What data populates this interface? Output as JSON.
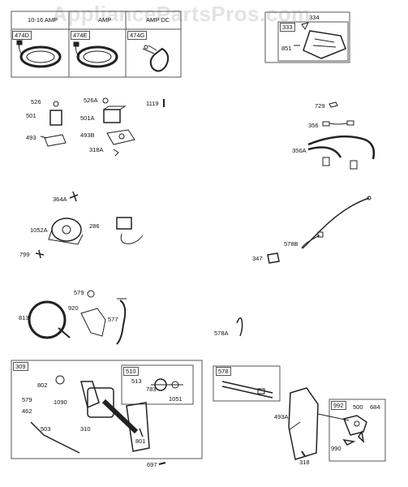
{
  "watermark": "AppliancePartsPros.com",
  "alternator_panel": {
    "amp_labels": [
      "10-16 AMP",
      "AMP",
      "AMP DC"
    ],
    "tags": [
      "474D",
      "474E",
      "474G"
    ]
  },
  "box_333": {
    "outer_tag": "334",
    "inner_tag": "333",
    "part": "851"
  },
  "starter_box": {
    "tag": "309",
    "subbox_tag": "510"
  },
  "wire_box": {
    "tag": "578"
  },
  "ignition_box": {
    "tag": "992"
  },
  "parts": {
    "p526": "526",
    "p501": "501",
    "p493": "493",
    "p526A": "526A",
    "p501A": "501A",
    "p493B": "493B",
    "p318A": "318A",
    "p1119": "1119",
    "p729": "729",
    "p356": "356",
    "p356A": "356A",
    "p364A": "364A",
    "p1052A": "1052A",
    "p286": "286",
    "p799": "799",
    "p578B": "578B",
    "p347": "347",
    "p579": "579",
    "p920": "920",
    "p813": "813",
    "p577": "577",
    "p578A": "578A",
    "p802": "802",
    "p579b": "579",
    "p462": "462",
    "p1090": "1090",
    "p503": "503",
    "p310": "310",
    "p801": "801",
    "p513": "513",
    "p783": "783",
    "p1051": "1051",
    "p697": "697",
    "p493A": "493A",
    "p318": "318",
    "p500": "500",
    "p684": "684",
    "p990": "990"
  }
}
